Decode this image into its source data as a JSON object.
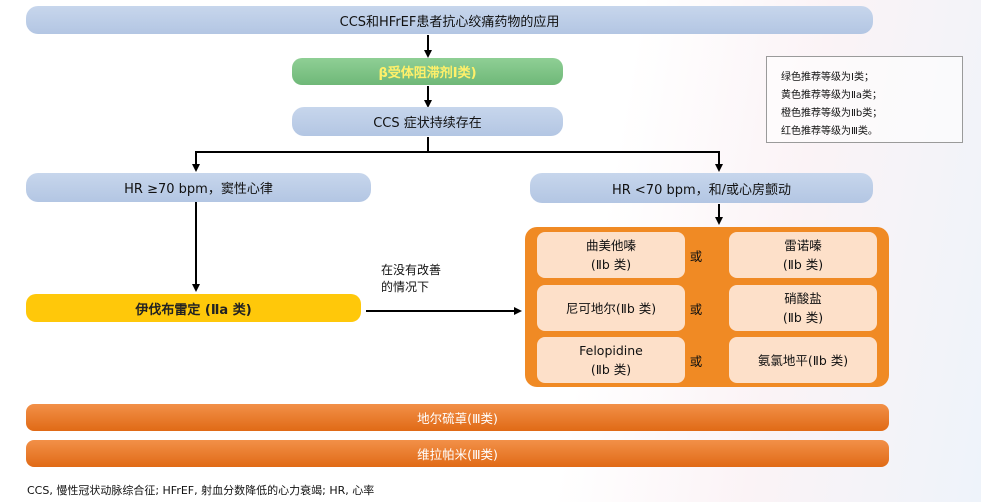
{
  "title": "CCS和HFrEF患者抗心绞痛药物的应用",
  "step1": "β受体阻滞剂Ⅰ类)",
  "step2": "CCS 症状持续存在",
  "left_branch": "HR ≥70 bpm，窦性心律",
  "right_branch": "HR <70 bpm，和/或心房颤动",
  "ivabradine": "伊伐布雷定 (Ⅱa 类)",
  "no_improvement_line1": "在没有改善",
  "no_improvement_line2": "的情况下",
  "or_label": "或",
  "options": [
    {
      "name": "曲美他嗪",
      "class": "(Ⅱb 类)"
    },
    {
      "name": "雷诺嗪",
      "class": "(Ⅱb 类)"
    },
    {
      "name": "尼可地尔(Ⅱb 类)",
      "class": ""
    },
    {
      "name": "硝酸盐",
      "class": "(Ⅱb 类)"
    },
    {
      "name": "Felopidine",
      "class": "(Ⅱb 类)"
    },
    {
      "name": "氨氯地平(Ⅱb 类)",
      "class": ""
    }
  ],
  "diltiazem": "地尔硫䓬(Ⅲ类)",
  "verapamil": "维拉帕米(Ⅲ类)",
  "legend": [
    "绿色推荐等级为Ⅰ类；",
    "黄色推荐等级为Ⅱa类；",
    "橙色推荐等级为Ⅱb类；",
    "红色推荐等级为Ⅲ类。"
  ],
  "footer": "CCS, 慢性冠状动脉综合征; HFrEF, 射血分数降低的心力衰竭; HR, 心率",
  "colors": {
    "blue_box": "#b9cbe6",
    "green_box": "#79be80",
    "yellow_box": "#ffc80a",
    "orange_panel": "#f08a24",
    "orange_bar": "#e8782a",
    "peach_box": "#fde0c9"
  }
}
